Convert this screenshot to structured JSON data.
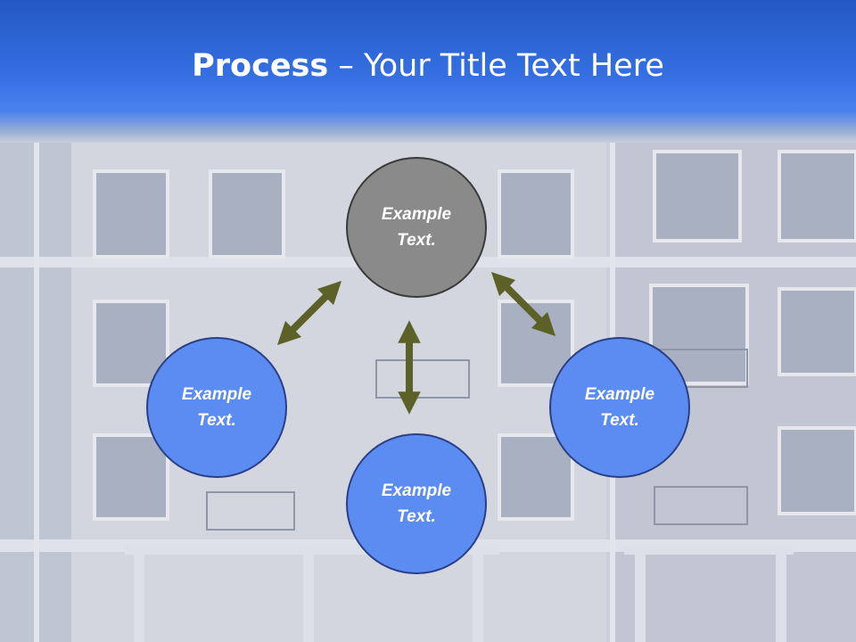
{
  "slide": {
    "title_bold": "Process",
    "title_rest": " – Your Title Text Here"
  },
  "nodes": {
    "top": {
      "label": "Example\nText."
    },
    "left": {
      "label": "Example\nText."
    },
    "right": {
      "label": "Example\nText."
    },
    "bottom": {
      "label": "Example\nText."
    }
  },
  "colors": {
    "header_blue": "#3570e3",
    "node_blue": "#5b8cf2",
    "node_gray": "#8a8a8a",
    "arrow_olive": "#5c6128"
  },
  "icons": {
    "arrows": "double-headed-arrow"
  }
}
